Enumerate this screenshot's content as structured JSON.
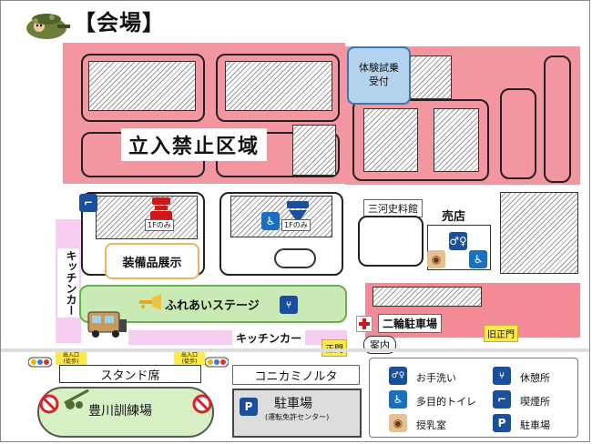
{
  "title": "【会場】",
  "restricted_area": "立入禁止区域",
  "trial_ride_reception": [
    "体験試乗",
    "受付"
  ],
  "equipment_display": "装備品展示",
  "fureai_stage": "ふれあいステージ",
  "kitchen_car_vertical": "キッチンカー",
  "kitchen_car_bottom": "キッチンカー",
  "mikawa_museum": "三河史料館",
  "shop": "売店",
  "motorcycle_parking": "二輪駐車場",
  "old_main_gate": "旧正門",
  "main_gate": "正門",
  "information": "案内",
  "first_floor_only_1": "1Fのみ",
  "first_floor_only_2": "1Fのみ",
  "stand_seats": "スタンド席",
  "training_field": "豊川訓練場",
  "konica_minolta": "コニカミノルタ",
  "parking": {
    "label": "駐車場",
    "sub": "(運転免許センター)"
  },
  "gate_in_left": [
    "出入口",
    "(徒歩)"
  ],
  "gate_in_right": [
    "出入口",
    "(徒歩)"
  ],
  "legend": [
    {
      "icon": "restroom-icon",
      "label": "お手洗い",
      "color": "#1a4fa0"
    },
    {
      "icon": "rest-area-icon",
      "label": "休憩所",
      "color": "#1a4fa0"
    },
    {
      "icon": "accessible-restroom-icon",
      "label": "多目的トイレ",
      "color": "#1a6fc0"
    },
    {
      "icon": "smoking-area-icon",
      "label": "喫煙所",
      "color": "#1a4fa0"
    },
    {
      "icon": "nursing-room-icon",
      "label": "授乳室",
      "color": "#e8c090"
    },
    {
      "icon": "parking-icon",
      "label": "駐車場",
      "color": "#1a4fa0"
    }
  ],
  "colors": {
    "restricted": "#f28b95",
    "stage_green": "#c9eab4",
    "kitchen_purple": "#f4cdf0",
    "museum_red": "#f28b95",
    "tag_yellow": "#ffe94a",
    "reception_blue": "#b5d3ee"
  }
}
